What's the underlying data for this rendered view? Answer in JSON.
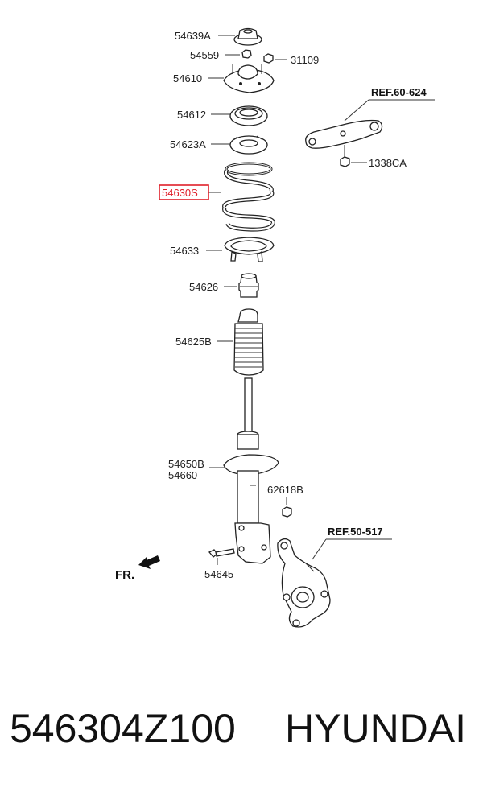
{
  "diagram": {
    "labels": {
      "p54639A": "54639A",
      "p54559": "54559",
      "p31109": "31109",
      "p54610": "54610",
      "p54612": "54612",
      "p54623A": "54623A",
      "p54630S": "54630S",
      "p54633": "54633",
      "p54626": "54626",
      "p54625B": "54625B",
      "p54650B": "54650B",
      "p54660": "54660",
      "p62618B": "62618B",
      "p54645": "54645",
      "p1338CA": "1338CA"
    },
    "refs": {
      "upper": "REF.60-624",
      "knuckle": "REF.50-517"
    },
    "direction": "FR.",
    "highlight_color": "#e0202a"
  },
  "caption": {
    "part_number": "546304Z100",
    "brand": "HYUNDAI"
  }
}
